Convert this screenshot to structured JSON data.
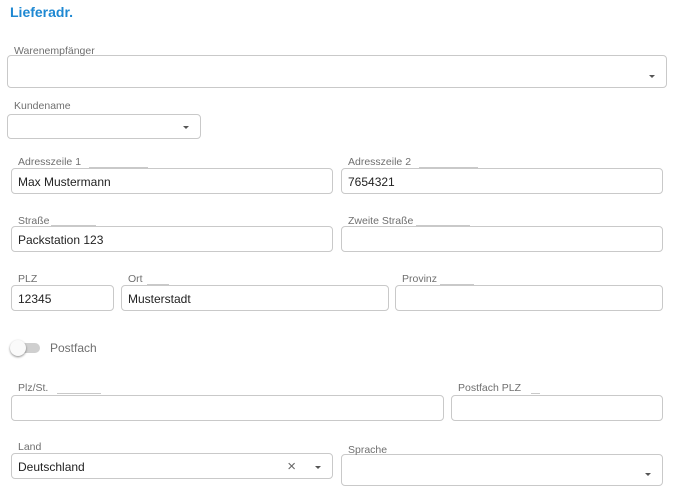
{
  "section_title": "Lieferadr.",
  "fields": {
    "warenempfaenger": {
      "label": "Warenempfänger",
      "value": ""
    },
    "kundenname": {
      "label": "Kundename",
      "value": ""
    },
    "adresszeile1": {
      "label": "Adresszeile 1",
      "value": "Max Mustermann"
    },
    "adresszeile2": {
      "label": "Adresszeile 2",
      "value": "7654321"
    },
    "strasse": {
      "label": "Straße",
      "value": "Packstation 123"
    },
    "zweite_strasse": {
      "label": "Zweite Straße",
      "value": ""
    },
    "plz": {
      "label": "PLZ",
      "value": "12345"
    },
    "ort": {
      "label": "Ort",
      "value": "Musterstadt"
    },
    "provinz": {
      "label": "Provinz",
      "value": ""
    },
    "plz_st": {
      "label": "Plz/St.",
      "value": ""
    },
    "postfach_plz": {
      "label": "Postfach PLZ",
      "value": ""
    },
    "land": {
      "label": "Land",
      "value": "Deutschland"
    },
    "sprache": {
      "label": "Sprache",
      "value": ""
    }
  },
  "postfach_toggle": {
    "label": "Postfach",
    "checked": false
  },
  "icons": {
    "dropdown": "chevron-down-icon",
    "clear": "close-icon"
  },
  "colors": {
    "accent": "#1e88d2"
  }
}
